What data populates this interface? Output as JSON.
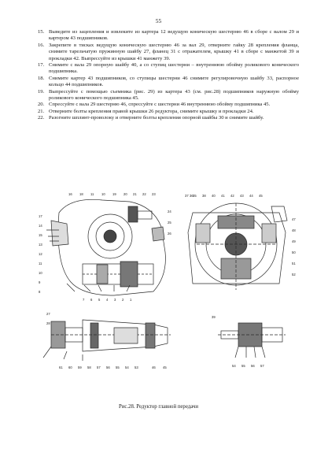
{
  "page_number": "55",
  "steps": [
    {
      "num": "15.",
      "text": "Выведите из зацепления и извлеките из картера 12 ведущую коническую шестерню 46 в сборе с валом 29 и картером 43 подшипников."
    },
    {
      "num": "16.",
      "text": "Закрепите в тисках ведущую коническую шестерню 46 за вал 29, отверните гайку 28 крепления фланца, снимите тарельчатую пружинную шайбу 27, фланец 31 с отражателем, крышку 41 в сборе с манжетой 39 и прокладки 42. Выпрессуйте из крышки 41 манжету 39."
    },
    {
      "num": "17.",
      "text": "Снимите с вала 29 опорную шайбу 40, а со ступиц шестерни – внутреннюю обойму роликового конического подшипника."
    },
    {
      "num": "18.",
      "text": "Снимите картер 43 подшипников, со ступицы шестерни 46 снимите регулировочную шайбу 33, распорное кольцо 44 подшипников."
    },
    {
      "num": "19.",
      "text": "Выпрессуйте с помощью съемника (рис. 29) из картера 43 (см. рис.28) подшипников наружную обойму роликового конического подшипника 45."
    },
    {
      "num": "20.",
      "text": "Спрессуйте с вала 29 шестерню 46, спрессуйте с шестерни 46 внутреннюю обойму подшипника 45."
    },
    {
      "num": "21.",
      "text": "Отверните болты крепления правой крышки 26 редуктора, снимите крышку и прокладки 24."
    },
    {
      "num": "22.",
      "text": "Разогните шплинт-проволоку и отверните болты крепления опорной шайбы 30 и снимите шайбу."
    }
  ],
  "figure": {
    "callouts_top_left": [
      "16",
      "18",
      "11",
      "10",
      "19",
      "20",
      "21",
      "22",
      "23"
    ],
    "callouts_top_right": [
      "35",
      "38",
      "40",
      "41",
      "42",
      "43",
      "44",
      "45"
    ],
    "callouts_left": [
      "17",
      "14",
      "15",
      "13",
      "12",
      "11",
      "10",
      "9",
      "8"
    ],
    "callouts_bottom_left": [
      "7",
      "6",
      "5",
      "4",
      "3",
      "2",
      "1"
    ],
    "callouts_right": [
      "47",
      "48",
      "49",
      "50",
      "51",
      "52"
    ],
    "callouts_bottom_shaft": [
      "61",
      "60",
      "59",
      "58",
      "57",
      "56",
      "55",
      "54",
      "53",
      "46",
      "45"
    ],
    "callouts_bottom_right": [
      "54",
      "55",
      "56",
      "57"
    ],
    "callout_27": "27",
    "callout_28": "28",
    "callout_36": "36",
    "callout_37": "37",
    "callout_24": "24",
    "callout_25": "25",
    "callout_26": "26",
    "callout_39": "39"
  },
  "caption": "Рис.28. Редуктор главной передачи"
}
